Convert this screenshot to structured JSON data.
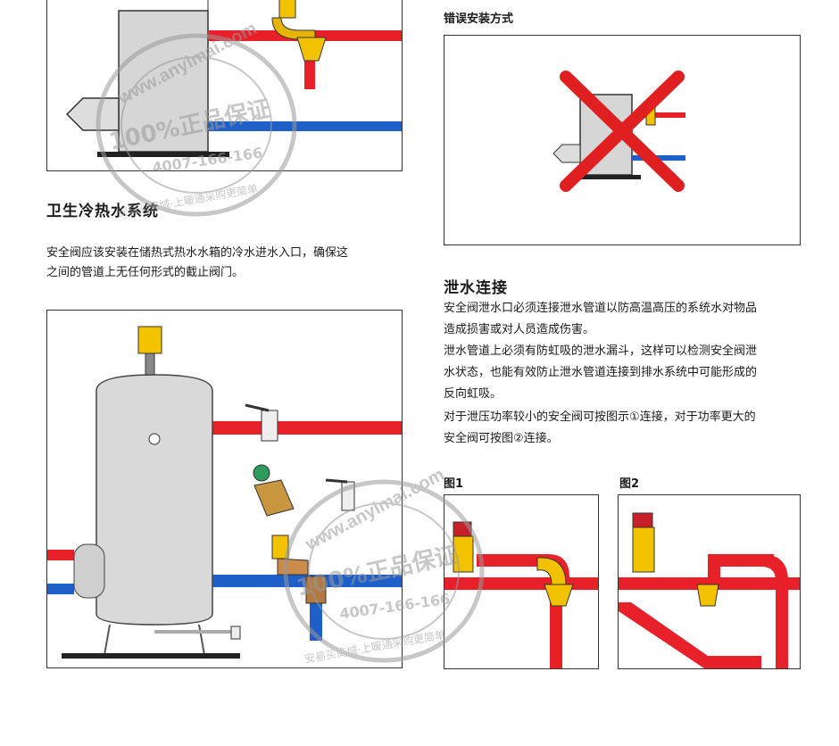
{
  "left": {
    "section_title": "卫生冷热水系统",
    "intro_line1": "安全阀应该安装在储热式热水水箱的冷水进水入口，确保这",
    "intro_line2": "之间的管道上无任何形式的截止阀门。"
  },
  "right": {
    "wrong_install_title": "错误安装方式",
    "drain_title": "泄水连接",
    "drain_paragraphs": [
      "安全阀泄水口必须连接泄水管道以防高温高压的系统水对物品",
      "造成损害或对人员造成伤害。",
      "泄水管道上必须有防虹吸的泄水漏斗，这样可以检测安全阀泄",
      "水状态，也能有效防止泄水管道连接到排水系统中可能形成的",
      "反向虹吸。",
      "对于泄压功率较小的安全阀可按图示①连接，对于功率更大的",
      "安全阀可按图②连接。"
    ],
    "fig1_label": "图1",
    "fig2_label": "图2"
  },
  "watermark": {
    "url_text": "www.anyimai.com",
    "guarantee_text": "100%正品保证",
    "phone_text": "4007-166-166",
    "ring_text": "安易买商城·上暖通采购更简单"
  },
  "colors": {
    "hot_pipe": "#e8202a",
    "cold_pipe": "#1f5fc8",
    "valve_yellow": "#f2c200",
    "tank_gray": "#d9d9d9",
    "cross_red": "#e02020"
  }
}
